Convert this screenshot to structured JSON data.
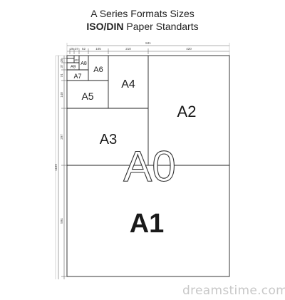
{
  "header": {
    "title": "A Series Formats Sizes",
    "subtitle_bold": "ISO/DIN",
    "subtitle_rest": " Paper Standarts"
  },
  "formats": {
    "a0": "A0",
    "a1": "A1",
    "a2": "A2",
    "a3": "A3",
    "a4": "A4",
    "a5": "A5",
    "a6": "A6",
    "a7": "A7",
    "a8": "A8",
    "a9": "A9",
    "a10": "A10"
  },
  "dimensions_top": {
    "d841": "841",
    "d420": "420",
    "d210": "210",
    "d105": "105",
    "d52": "52",
    "d37": "37",
    "d26": "26"
  },
  "dimensions_left": {
    "d1189": "1189",
    "d594": "594",
    "d297": "297",
    "d148": "148",
    "d74": "74",
    "d37": "37",
    "d26": "26"
  },
  "watermark": "dreamstime.com",
  "colors": {
    "stroke": "#222222",
    "dim": "#666666",
    "grid": "#b8b8b8"
  }
}
